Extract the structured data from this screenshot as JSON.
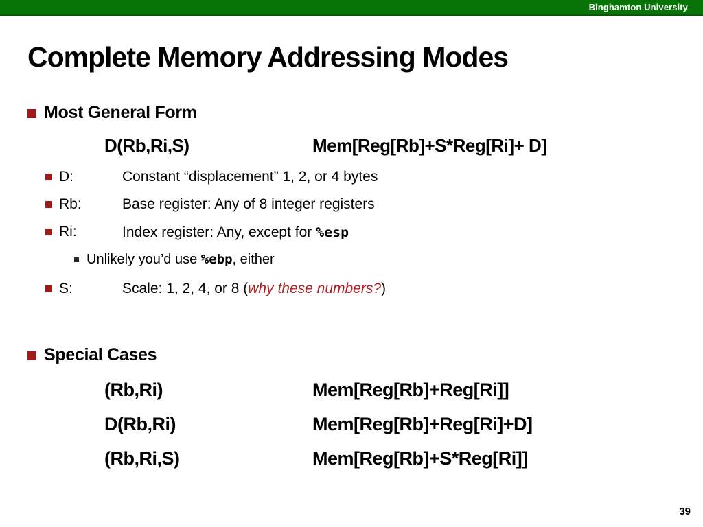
{
  "header": {
    "university": "Binghamton University"
  },
  "title": "Complete Memory Addressing Modes",
  "page_number": "39",
  "colors": {
    "green_bar": "#087408",
    "green_bar_edge": "#065806",
    "bullet_red": "#9e1b1b",
    "accent_red": "#b02025",
    "note_bullet": "#262626"
  },
  "general": {
    "heading": "Most General Form",
    "form": "D(Rb,Ri,S)",
    "meaning": "Mem[Reg[Rb]+S*Reg[Ri]+ D]",
    "items": [
      {
        "term": "D:",
        "desc": "Constant “displacement” 1, 2, or 4 bytes"
      },
      {
        "term": "Rb:",
        "desc": "Base register: Any of 8 integer registers"
      },
      {
        "term": "Ri:",
        "desc_prefix": "Index register: Any, except for ",
        "mono": "%esp"
      },
      {
        "term": "S:",
        "desc_prefix": "Scale: 1, 2, 4, or 8 (",
        "red_note": "why these numbers?",
        "desc_suffix": ")"
      }
    ],
    "note": {
      "prefix": "Unlikely you’d use ",
      "mono": "%ebp",
      "suffix": ", either"
    }
  },
  "special": {
    "heading": "Special Cases",
    "rows": [
      {
        "form": "(Rb,Ri)",
        "meaning": "Mem[Reg[Rb]+Reg[Ri]]"
      },
      {
        "form": "D(Rb,Ri)",
        "meaning": "Mem[Reg[Rb]+Reg[Ri]+D]"
      },
      {
        "form": "(Rb,Ri,S)",
        "meaning": "Mem[Reg[Rb]+S*Reg[Ri]]"
      }
    ]
  }
}
